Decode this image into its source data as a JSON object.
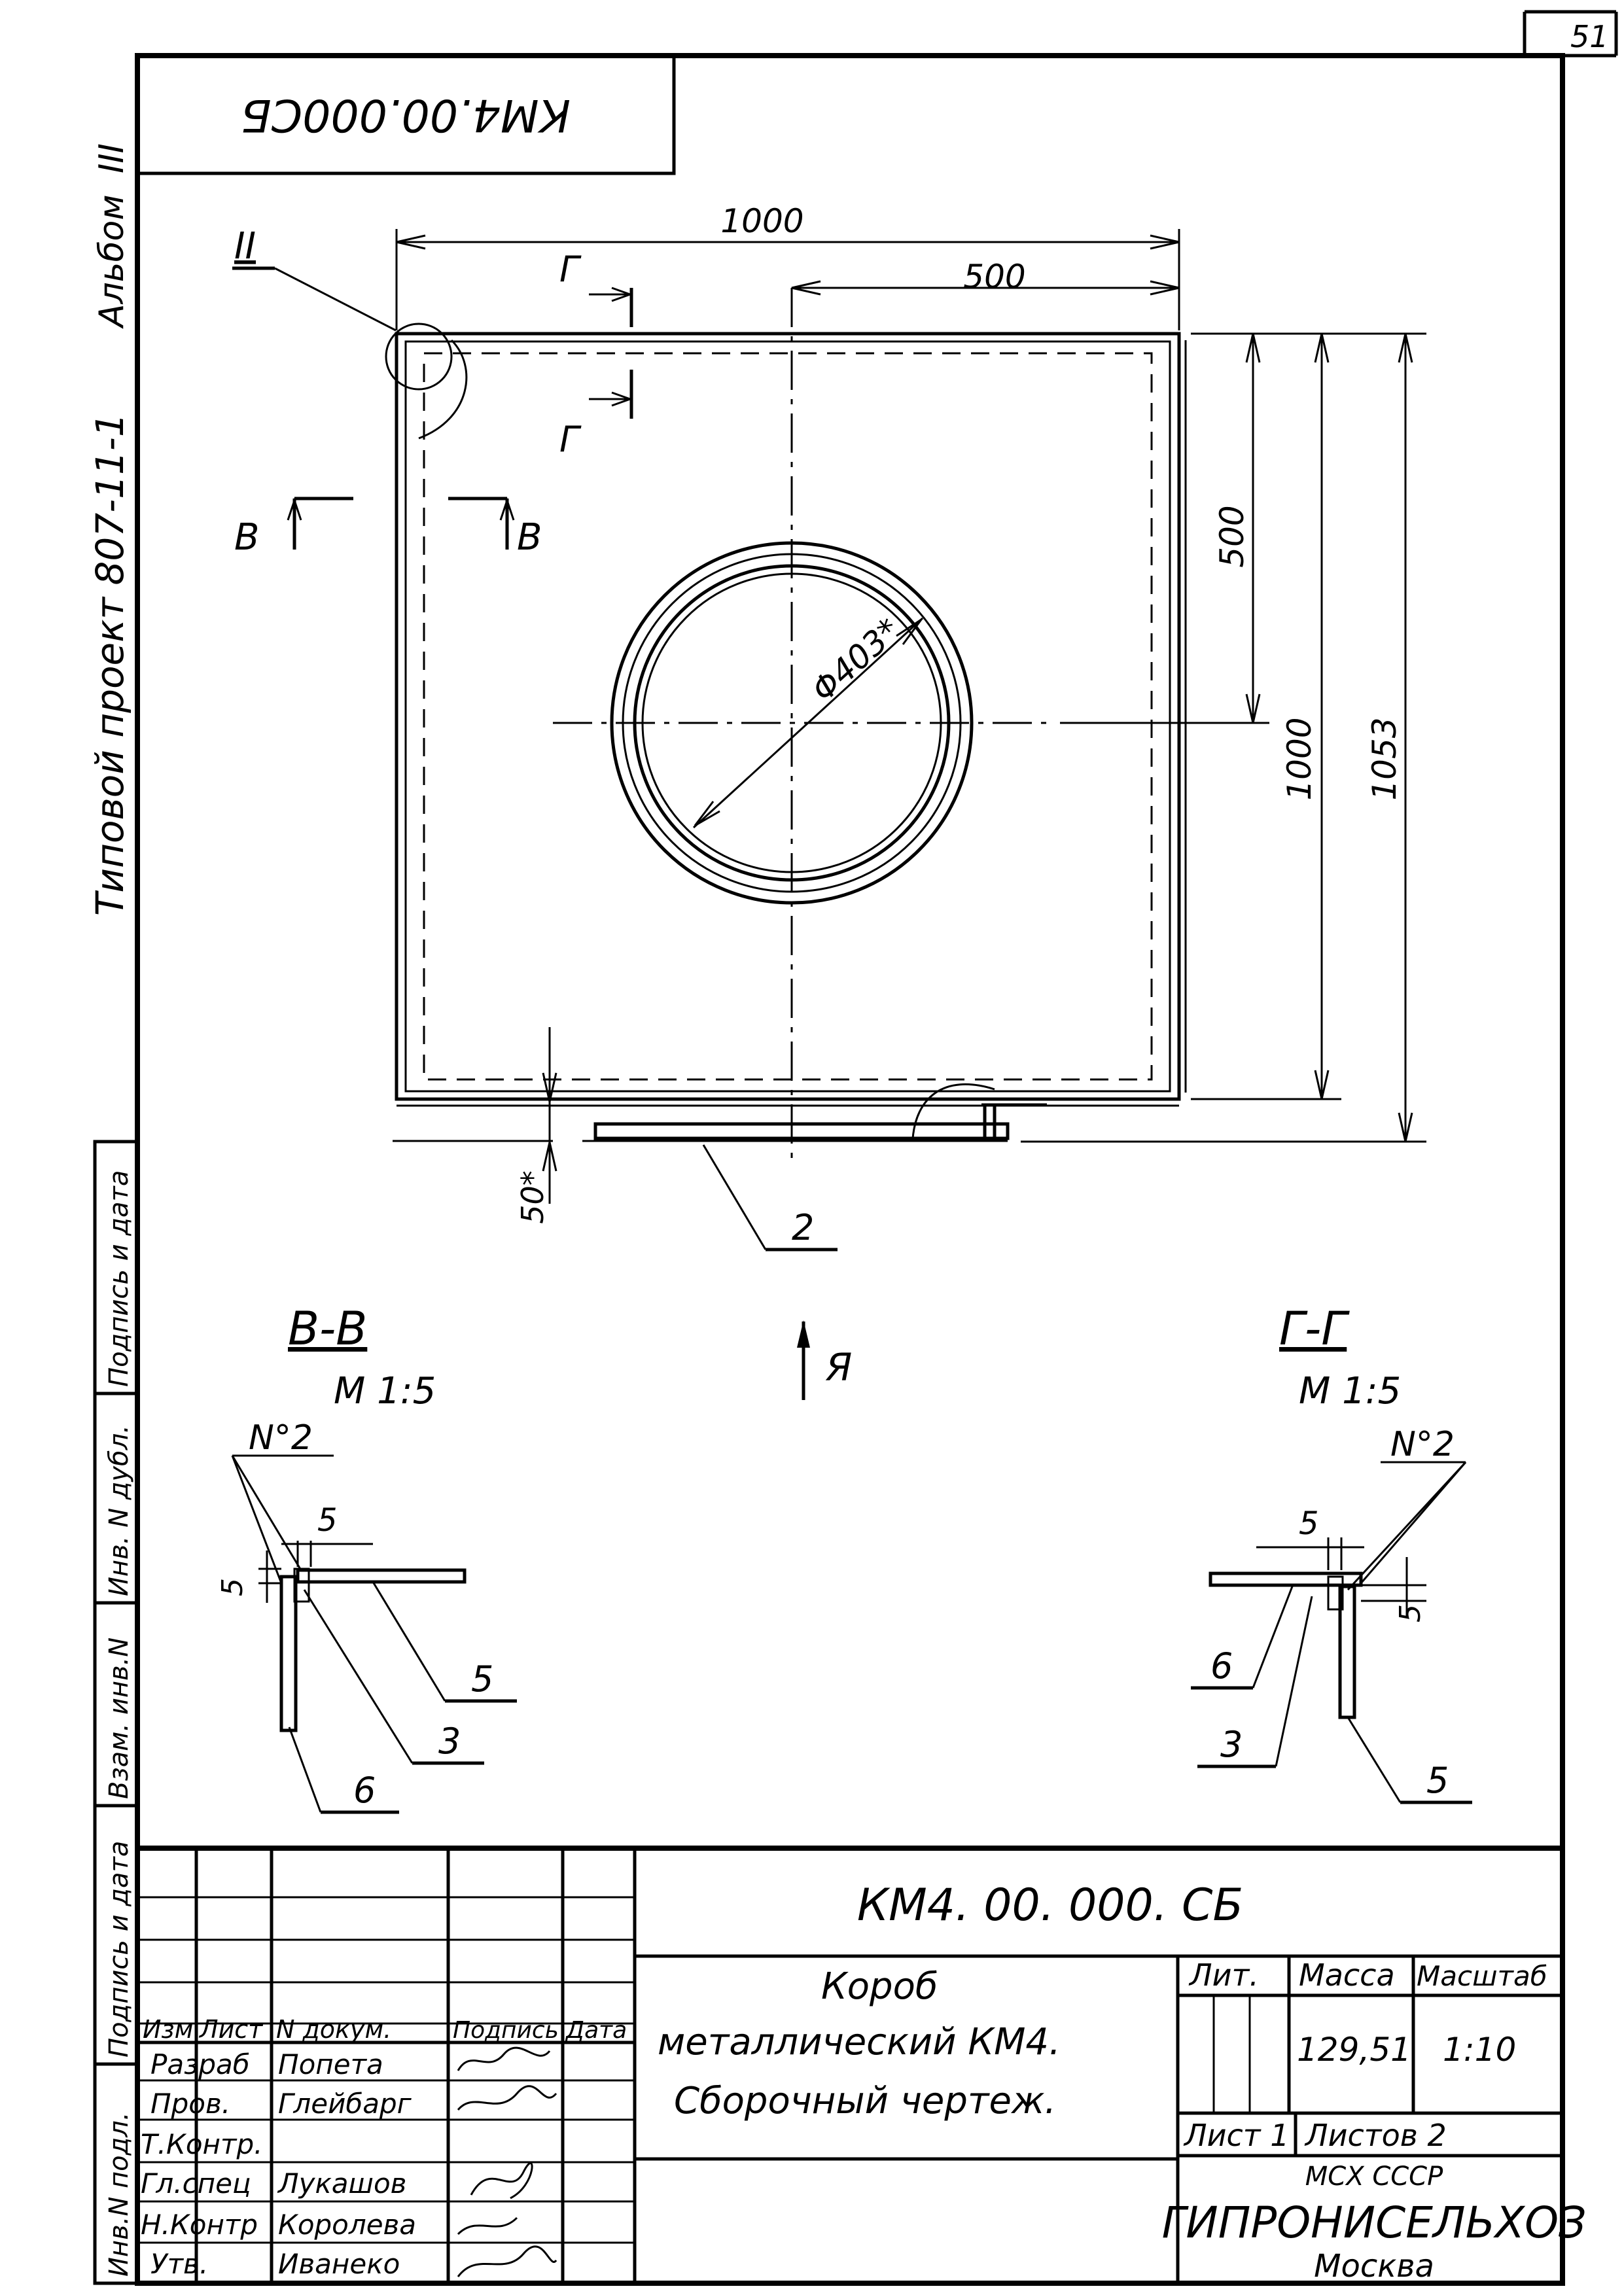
{
  "sheet_number": "51",
  "stamp_code_rotated": "КМ4.00.000СБ",
  "side_margin": {
    "album_text": "Альбом",
    "album_number": "III",
    "project_text": "Типовой проект 807-11-1"
  },
  "left_strip_labels": [
    "Инв.N подл.",
    "Подпись и дата",
    "Взам. инв.N",
    "Инв. N дубл.",
    "Подпись и дата"
  ],
  "plan_view": {
    "dim_width_total": "1000",
    "dim_half": "500",
    "dim_height_half": "500",
    "dim_height_inner": "1000",
    "dim_height_total": "1053",
    "dim_gap": "50*",
    "dim_diameter": "Φ403*",
    "detail_ref": "II",
    "part_callout": "2",
    "section_marks": {
      "v": "В",
      "g": "Г"
    },
    "view_arrow": "Я"
  },
  "section_vv": {
    "title": "В-В",
    "scale": "М 1:5",
    "weld": "N°2",
    "dim_horizontal": "5",
    "dim_vertical": "5",
    "parts": [
      "5",
      "3",
      "6"
    ]
  },
  "section_gg": {
    "title": "Г-Г",
    "scale": "М 1:5",
    "weld": "N°2",
    "dim_horizontal": "5",
    "dim_vertical": "5",
    "parts": [
      "6",
      "3",
      "5"
    ]
  },
  "title_block": {
    "doc_code": "КМ4. 00. 000. СБ",
    "name_line1": "Короб",
    "name_line2": "металлический КМ4.",
    "name_line3": "Сборочный чертеж.",
    "col_headers": [
      "Изм.",
      "Лист",
      "N докум.",
      "Подпись",
      "Дата"
    ],
    "signers": [
      {
        "role": "Разраб",
        "name": "Попета"
      },
      {
        "role": "Пров.",
        "name": "Глейбарг"
      },
      {
        "role": "Т.Контр.",
        "name": ""
      },
      {
        "role": "Гл.спец",
        "name": "Лукашов"
      },
      {
        "role": "Н.Контр",
        "name": "Королева"
      },
      {
        "role": "Утв.",
        "name": "Иванеко"
      }
    ],
    "lit_label": "Лит.",
    "mass_label": "Масса",
    "scale_label": "Масштаб",
    "mass_value": "129,51",
    "scale_value": "1:10",
    "sheet_label": "Лист 1",
    "sheets_label": "Листов 2",
    "org_ministry": "МСХ СССР",
    "org_name": "ГИПРОНИСЕЛЬХОЗ",
    "org_city": "Москва"
  }
}
